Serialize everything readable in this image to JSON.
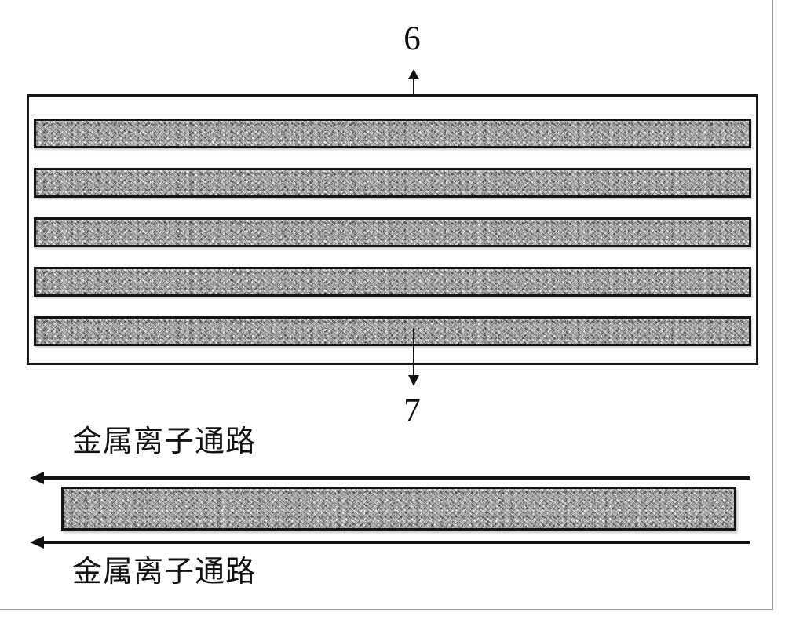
{
  "figure": {
    "type": "patent-diagram",
    "description": "Layered electrode stack module with metal ion pathway bar",
    "callouts": [
      {
        "id": "6",
        "label": "6",
        "arrow": "up",
        "points_to": "stack-module-housing"
      },
      {
        "id": "7",
        "label": "7",
        "arrow": "down",
        "points_to": "bottom-electrode-layer"
      }
    ],
    "stack_module": {
      "layer_count": 5,
      "layers": [
        {
          "index": 1,
          "fill": "speckled-gray"
        },
        {
          "index": 2,
          "fill": "speckled-gray"
        },
        {
          "index": 3,
          "fill": "speckled-gray"
        },
        {
          "index": 4,
          "fill": "speckled-gray"
        },
        {
          "index": 5,
          "fill": "speckled-gray"
        }
      ]
    },
    "ion_path": {
      "label_top": "金属离子通路",
      "label_bottom": "金属离子通路",
      "arrow_top_direction": "left",
      "arrow_bottom_direction": "left",
      "bar_fill": "speckled-gray"
    },
    "colors": {
      "outline": "#1a1a1a",
      "layer_border": "#141414",
      "texture_base": "#b0b0b0",
      "page_rule": "#9a9a9a",
      "background": "#ffffff",
      "text": "#121212"
    }
  }
}
